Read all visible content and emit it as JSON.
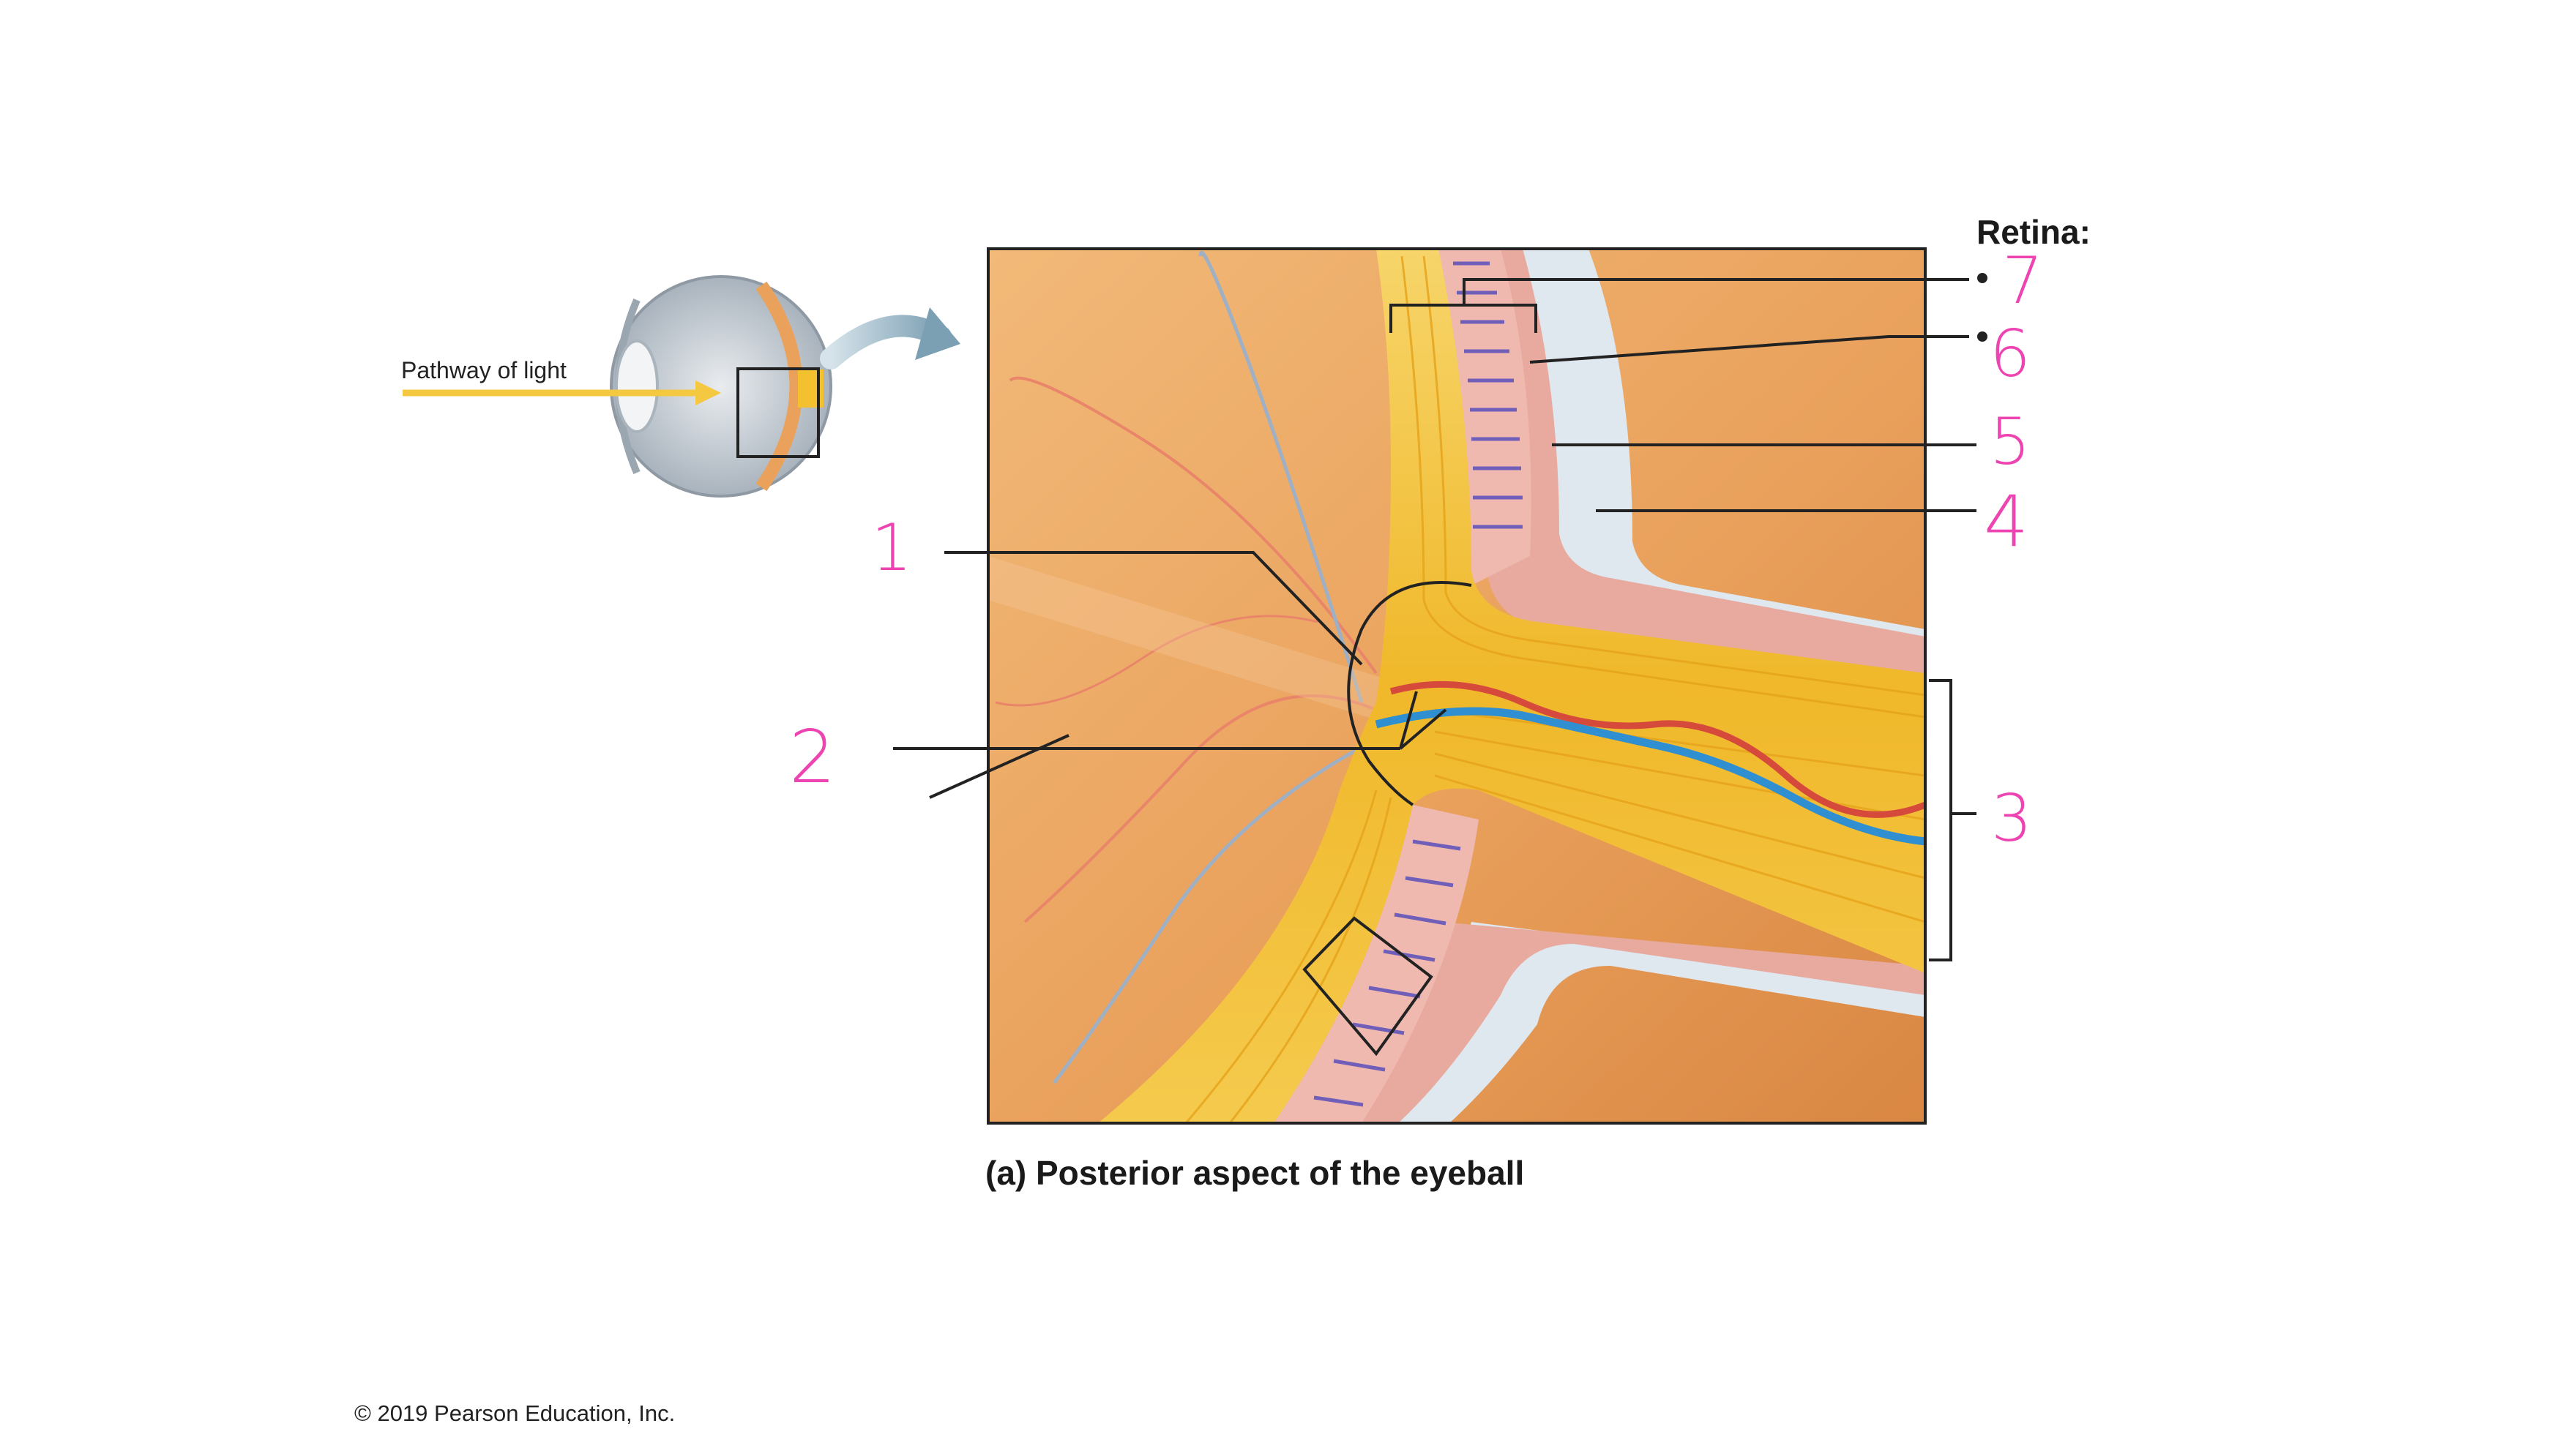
{
  "retina_heading": "Retina:",
  "pathway_label": "Pathway of light",
  "caption": "(a) Posterior aspect of the eyeball",
  "copyright": "© 2019 Pearson Education, Inc.",
  "handwritten_numbers": [
    "1",
    "2",
    "3",
    "4",
    "5",
    "6",
    "7"
  ],
  "colors": {
    "handwriting": "#ee44b2",
    "nerve_yellow": "#f3c12f",
    "choroid_pink": "#e7a79b",
    "sclera_blue": "#dde6ef",
    "fundus_orange": "#eaa25f",
    "artery_red": "#d64a3c",
    "vein_blue": "#2f8fd0"
  }
}
